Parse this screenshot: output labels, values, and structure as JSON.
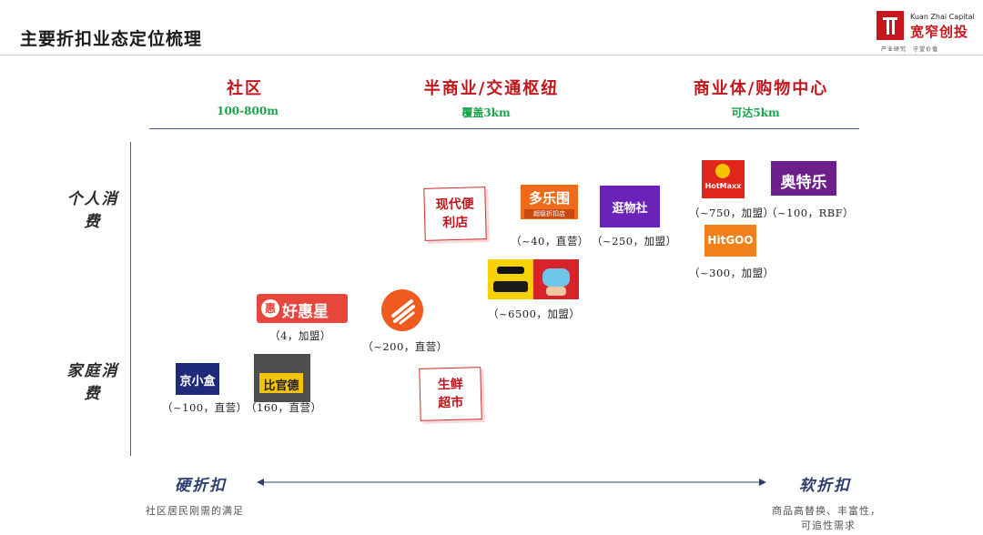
{
  "title": "主要折扣业态定位梳理",
  "logo": {
    "en": "Kuan Zhai Capital",
    "cn": "宽窄创投",
    "tagline": "产业研究　守望价值",
    "icon": "kuanzhai-logo-icon"
  },
  "columns": [
    {
      "title": "社区",
      "subtitle": "100-800m"
    },
    {
      "title": "半商业/交通枢纽",
      "subtitle": "覆盖3km"
    },
    {
      "title": "商业体/购物中心",
      "subtitle": "可达5km"
    }
  ],
  "rows": {
    "personal": "个人消费",
    "family": "家庭消费"
  },
  "formats": {
    "convenience": "现代便利店",
    "fresh": "生鲜超市"
  },
  "brands": {
    "jingxiaohe": {
      "logo_text": "京小盒",
      "note": "（~100，直营）"
    },
    "biyiyi": {
      "logo_text": "比官德",
      "note": "（160，直营）"
    },
    "haotehui": {
      "logo_text": "好惠星",
      "note": "（4，加盟）"
    },
    "orange": {
      "note": "（~200，直营）"
    },
    "hfkx": {
      "note": "（~6500，加盟）"
    },
    "duolewei": {
      "logo_text": "多乐围",
      "logo_sub": "超级折扣店",
      "note": "（~40，直营）"
    },
    "guangwushe": {
      "logo_text": "逛物社",
      "note": "（~250，加盟）"
    },
    "hotmaxx": {
      "logo_text": "HotMaxx",
      "note": "（~750，加盟）"
    },
    "aotele": {
      "logo_text": "奥特乐",
      "note": "（~100，RBF）"
    },
    "hitgoo": {
      "logo_text": "HitGOO",
      "note": "（~300，加盟）"
    }
  },
  "axis": {
    "left_label": "硬折扣",
    "left_note": "社区居民刚需的满足",
    "right_label": "软折扣",
    "right_note_1": "商品高替换、丰富性，",
    "right_note_2": "可追性需求"
  },
  "colors": {
    "accent_red": "#c0161c",
    "accent_green": "#1aa34a",
    "axis_blue": "#2e3f6e"
  }
}
